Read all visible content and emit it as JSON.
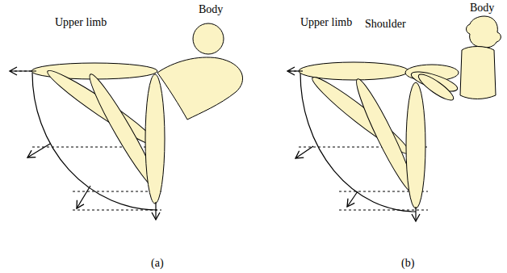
{
  "diagram": {
    "labels": [
      "Body",
      "Upper limb",
      "(a)",
      "Body",
      "Upper limb",
      "Shoulder",
      "(b)"
    ]
  }
}
